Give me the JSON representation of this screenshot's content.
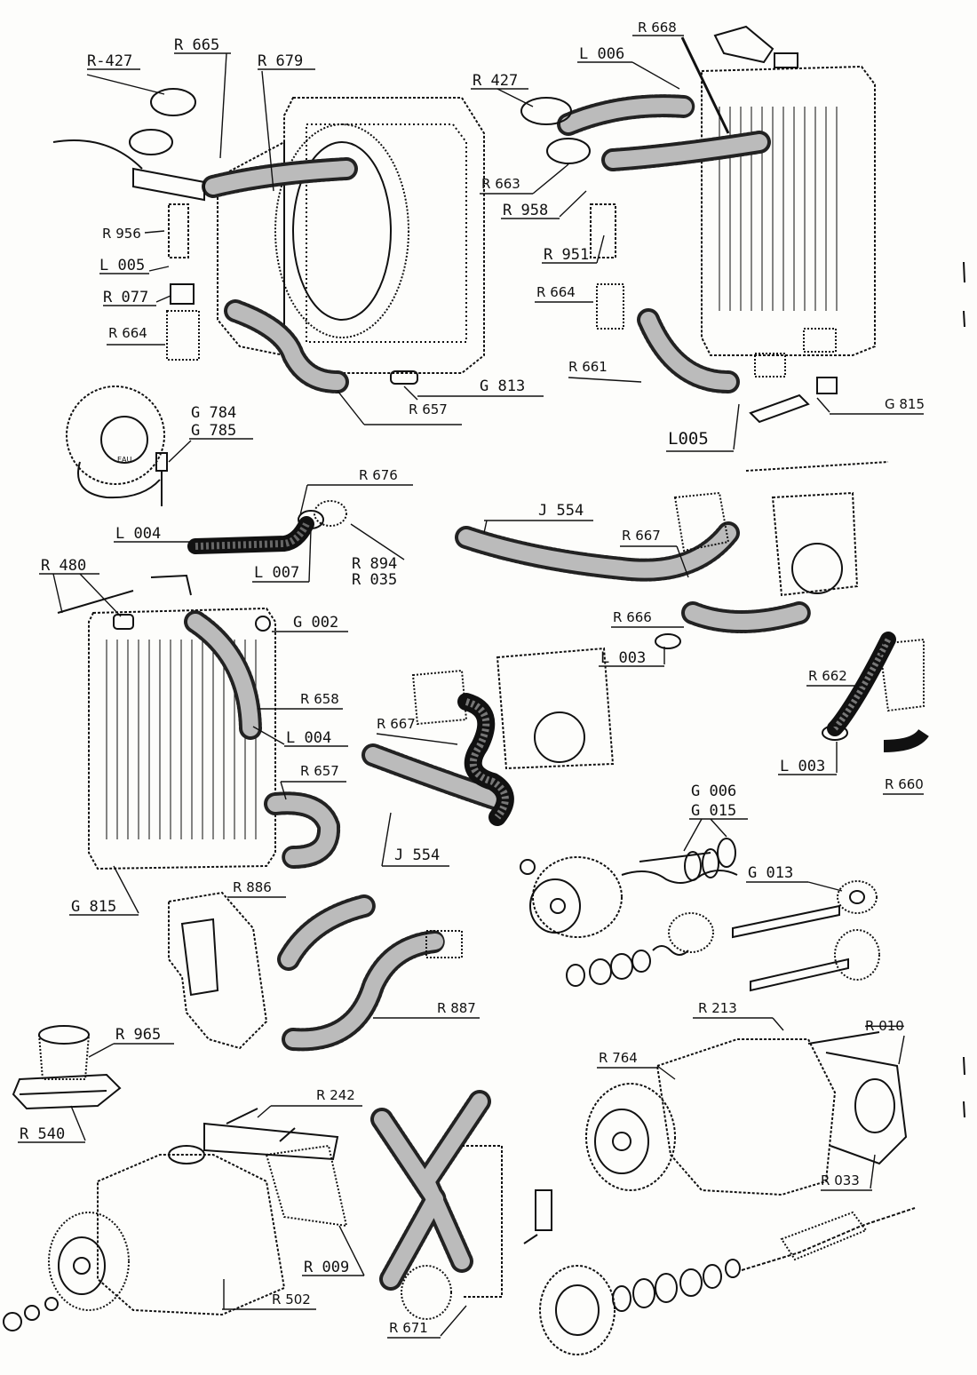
{
  "labels": {
    "r427a": "R-427",
    "r665": "R  665",
    "r679": "R  679",
    "r956": "R 956",
    "l005a": "L  005",
    "r077": "R  077",
    "r664a": "R 664",
    "r657a": "R 657",
    "g813": "G  813",
    "g784": "G  784",
    "g785": "G  785",
    "r668": "R 668",
    "l006": "L  006",
    "r427b": "R  427",
    "r663": "R 663",
    "r958": "R  958",
    "r951": "R  951",
    "r664b": "R 664",
    "r661": "R 661",
    "l005b": "L005",
    "g815a": "G 815",
    "r676": "R 676",
    "l004a": "L  004",
    "l007": "L  007",
    "r894": "R  894",
    "r035": "R  035",
    "j554a": "J  554",
    "r667a": "R 667",
    "r480": "R  480",
    "g002": "G  002",
    "r666": "R 666",
    "l003a": "L  003",
    "r658": "R 658",
    "l004b": "L  004",
    "r667b": "R 667",
    "r662": "R 662",
    "r657b": "R 657",
    "l003b": "L  003",
    "r660": "R 660",
    "j554b": "J  554",
    "g006": "G  006",
    "g015": "G  015",
    "g013": "G  013",
    "g815b": "G  815",
    "r886": "R 886",
    "r887": "R 887",
    "r213": "R 213",
    "r010": "R 010",
    "r764": "R 764",
    "r965": "R  965",
    "r540": "R  540",
    "r242": "R 242",
    "r033": "R 033",
    "r009": "R  009",
    "r502": "R 502",
    "r671": "R 671"
  }
}
